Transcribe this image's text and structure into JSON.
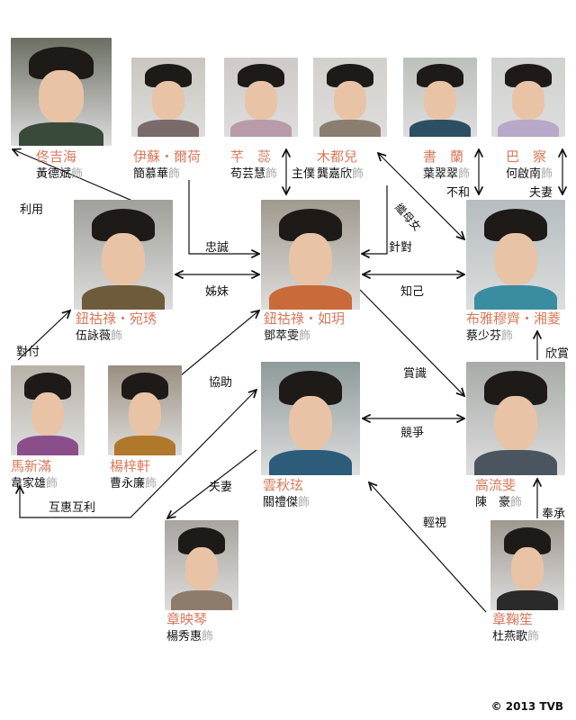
{
  "suffix": "飾",
  "characters": [
    {
      "name": "佟吉海",
      "actor": "黃德斌"
    },
    {
      "name": "伊蘇・爾荷",
      "actor": "簡慕華"
    },
    {
      "name": "芊　蕊",
      "actor": "苟芸慧"
    },
    {
      "name": "木都兒",
      "actor": "龔嘉欣"
    },
    {
      "name": "書　蘭",
      "actor": "葉翠翠"
    },
    {
      "name": "巴　察",
      "actor": "何啟南"
    },
    {
      "name": "鈕祜祿・宛琇",
      "actor": "伍詠薇"
    },
    {
      "name": "鈕祜祿・如玥",
      "actor": "鄧萃雯"
    },
    {
      "name": "布雅穆齊・湘菱",
      "actor": "蔡少芬"
    },
    {
      "name": "馬新滿",
      "actor": "韋家雄"
    },
    {
      "name": "楊梓軒",
      "actor": "曹永廉"
    },
    {
      "name": "雲秋玹",
      "actor": "關禮傑"
    },
    {
      "name": "高流斐",
      "actor": "陳　豪"
    },
    {
      "name": "章映琴",
      "actor": "楊秀惠"
    },
    {
      "name": "章鞠笙",
      "actor": "杜燕歌"
    }
  ],
  "relations": {
    "use": "利用",
    "loyalty": "忠誠",
    "master_servant": "主僕",
    "target": "針對",
    "stepmother_daughter": "繼母女",
    "discord": "不和",
    "spouses_top": "夫妻",
    "sisters": "姊妹",
    "confidant": "知己",
    "appreciate_talent": "賞識",
    "admire": "欣賞",
    "oppose": "對付",
    "assist": "協助",
    "mutual_benefit": "互惠互利",
    "spouses_bottom": "夫妻",
    "compete": "競爭",
    "disdain": "輕視",
    "flatter": "奉承"
  },
  "copyright": "© 2013 TVB"
}
